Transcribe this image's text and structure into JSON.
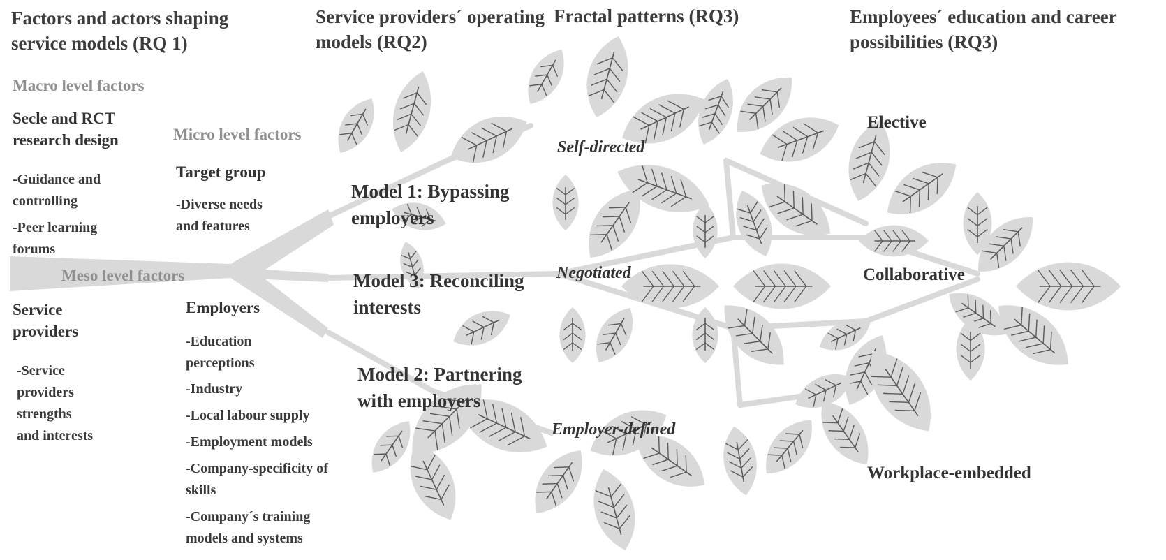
{
  "headers": {
    "rq1": "Factors and actors shaping service models (RQ 1)",
    "rq2": "Service providers´ operating models (RQ2)",
    "fractal": "Fractal patterns (RQ3)",
    "rq3": "Employees´ education and career possibilities (RQ3)"
  },
  "macro": {
    "title": "Macro level factors",
    "subtitle": "Secle and RCT research design",
    "items": [
      "-Guidance and controlling",
      "-Peer learning forums"
    ]
  },
  "micro": {
    "title": "Micro level factors",
    "subtitle": "Target group",
    "items": [
      "-Diverse needs and features"
    ]
  },
  "meso": {
    "title": "Meso level factors",
    "providers": {
      "title": "Service providers",
      "items": [
        "-Service providers strengths and interests"
      ]
    },
    "employers": {
      "title": "Employers",
      "items": [
        "-Education perceptions",
        "-Industry",
        "-Local labour supply",
        "-Employment models",
        "-Company-specificity of skills",
        "-Company´s training models and systems"
      ]
    }
  },
  "models": {
    "m1": "Model 1: Bypassing employers",
    "m3": "Model 3: Reconciling interests",
    "m2": "Model 2: Partnering with employers"
  },
  "patterns": {
    "self": "Self-directed",
    "negotiated": "Negotiated",
    "employer": "Employer-defined"
  },
  "outcomes": {
    "elective": "Elective",
    "collaborative": "Collaborative",
    "workplace": "Workplace-embedded"
  },
  "colors": {
    "leaf": "#d9d9d9",
    "vein": "#5a5a5a",
    "text": "#333333",
    "level_text": "#8f8f8f"
  }
}
